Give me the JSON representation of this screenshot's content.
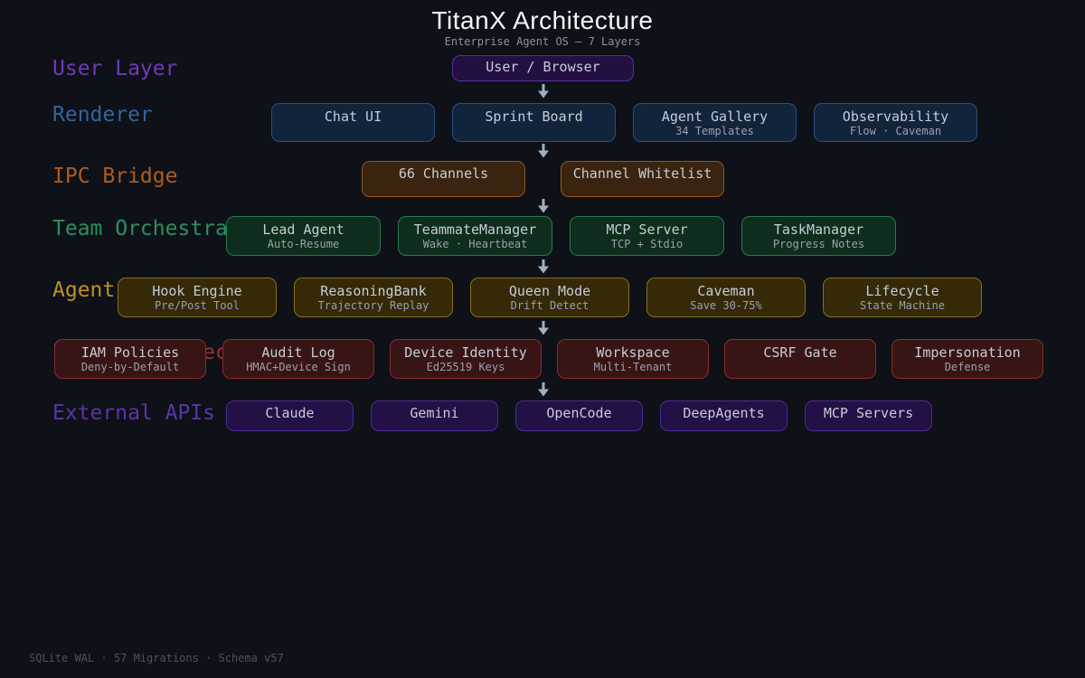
{
  "header": {
    "title": "TitanX Architecture",
    "subtitle": "Enterprise Agent OS — 7 Layers"
  },
  "footer": {
    "text": "SQLite WAL · 57 Migrations · Schema v57"
  },
  "colors": {
    "background": "#0e1117",
    "user": "#7038b8",
    "renderer": "#33639c",
    "ipc": "#b05c1e",
    "team": "#2e8f63",
    "agent": "#bc9222",
    "security": "#9e3030",
    "external": "#5b34a8",
    "arrow": "#9db0c6"
  },
  "layers": [
    {
      "label": "User Layer",
      "boxes": [
        {
          "title": "User / Browser"
        }
      ]
    },
    {
      "label": "Renderer",
      "boxes": [
        {
          "title": "Chat UI"
        },
        {
          "title": "Sprint Board"
        },
        {
          "title": "Agent Gallery",
          "subtitle": "34 Templates"
        },
        {
          "title": "Observability",
          "subtitle": "Flow · Caveman"
        }
      ]
    },
    {
      "label": "IPC Bridge",
      "boxes": [
        {
          "title": "66 Channels"
        },
        {
          "title": "Channel Whitelist"
        }
      ]
    },
    {
      "label": "Team Orchestration",
      "boxes": [
        {
          "title": "Lead Agent",
          "subtitle": "Auto-Resume"
        },
        {
          "title": "TeammateManager",
          "subtitle": "Wake · Heartbeat"
        },
        {
          "title": "MCP Server",
          "subtitle": "TCP + Stdio"
        },
        {
          "title": "TaskManager",
          "subtitle": "Progress Notes"
        }
      ]
    },
    {
      "label": "Agent Core",
      "boxes": [
        {
          "title": "Hook Engine",
          "subtitle": "Pre/Post Tool"
        },
        {
          "title": "ReasoningBank",
          "subtitle": "Trajectory Replay"
        },
        {
          "title": "Queen Mode",
          "subtitle": "Drift Detect"
        },
        {
          "title": "Caveman",
          "subtitle": "Save 30-75%"
        },
        {
          "title": "Lifecycle",
          "subtitle": "State Machine"
        }
      ]
    },
    {
      "label": "Zero-Trust Security",
      "boxes": [
        {
          "title": "IAM Policies",
          "subtitle": "Deny-by-Default"
        },
        {
          "title": "Audit Log",
          "subtitle": "HMAC+Device Sign"
        },
        {
          "title": "Device Identity",
          "subtitle": "Ed25519 Keys"
        },
        {
          "title": "Workspace",
          "subtitle": "Multi-Tenant"
        },
        {
          "title": "CSRF Gate"
        },
        {
          "title": "Impersonation",
          "subtitle": "Defense"
        }
      ]
    },
    {
      "label": "External APIs",
      "boxes": [
        {
          "title": "Claude"
        },
        {
          "title": "Gemini"
        },
        {
          "title": "OpenCode"
        },
        {
          "title": "DeepAgents"
        },
        {
          "title": "MCP Servers"
        }
      ]
    }
  ]
}
